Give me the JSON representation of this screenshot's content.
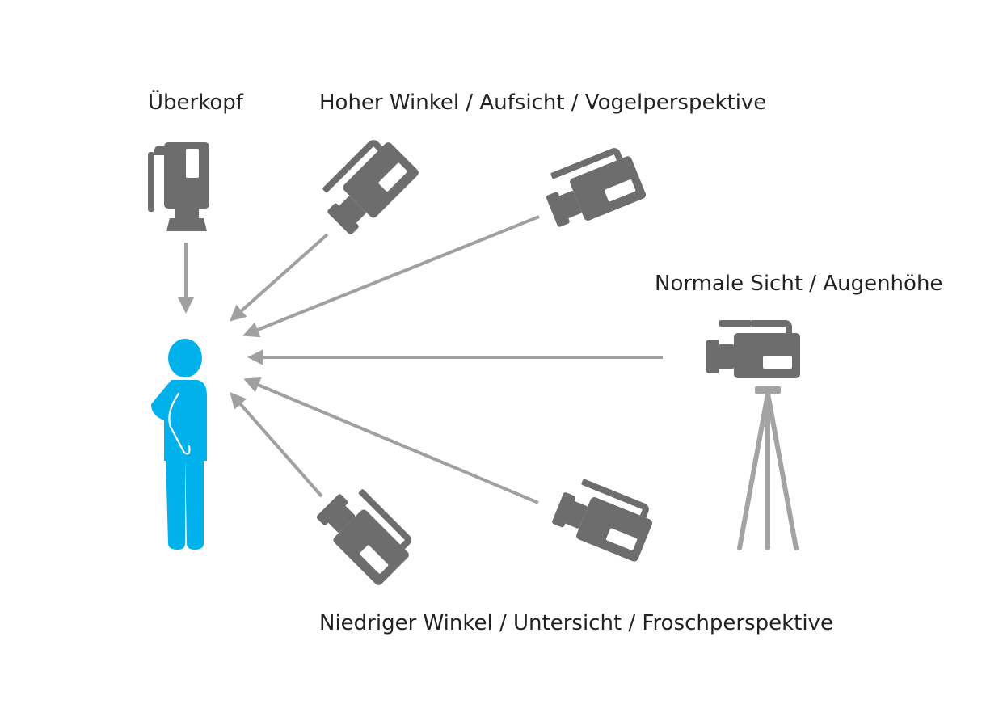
{
  "labels": {
    "overhead": "Überkopf",
    "high_angle": "Hoher Winkel / Aufsicht / Vogelperspektive",
    "eye_level": "Normale Sicht / Augenhöhe",
    "low_angle": "Niedriger Winkel / Untersicht / Froschperspektive"
  },
  "colors": {
    "camera": "#6d6d6e",
    "arrow": "#a0a0a0",
    "tripod": "#a3a3a3",
    "person": "#00b1eb"
  },
  "icons": [
    "camera-icon",
    "tripod-icon",
    "person-icon",
    "arrow-icon"
  ]
}
